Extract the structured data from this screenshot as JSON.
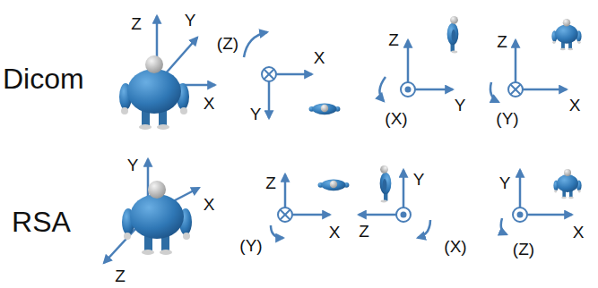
{
  "diagram": {
    "labels": [
      "Dicom",
      "Z",
      "Y",
      "X",
      "(Z)",
      "X",
      "Y",
      "Z",
      "Y",
      "(X)",
      "Z",
      "X",
      "(Y)",
      "RSA",
      "Y",
      "X",
      "Z",
      "Z",
      "X",
      "(Y)",
      "Y",
      "Z",
      "(X)",
      "Y",
      "X",
      "(Z)"
    ]
  }
}
